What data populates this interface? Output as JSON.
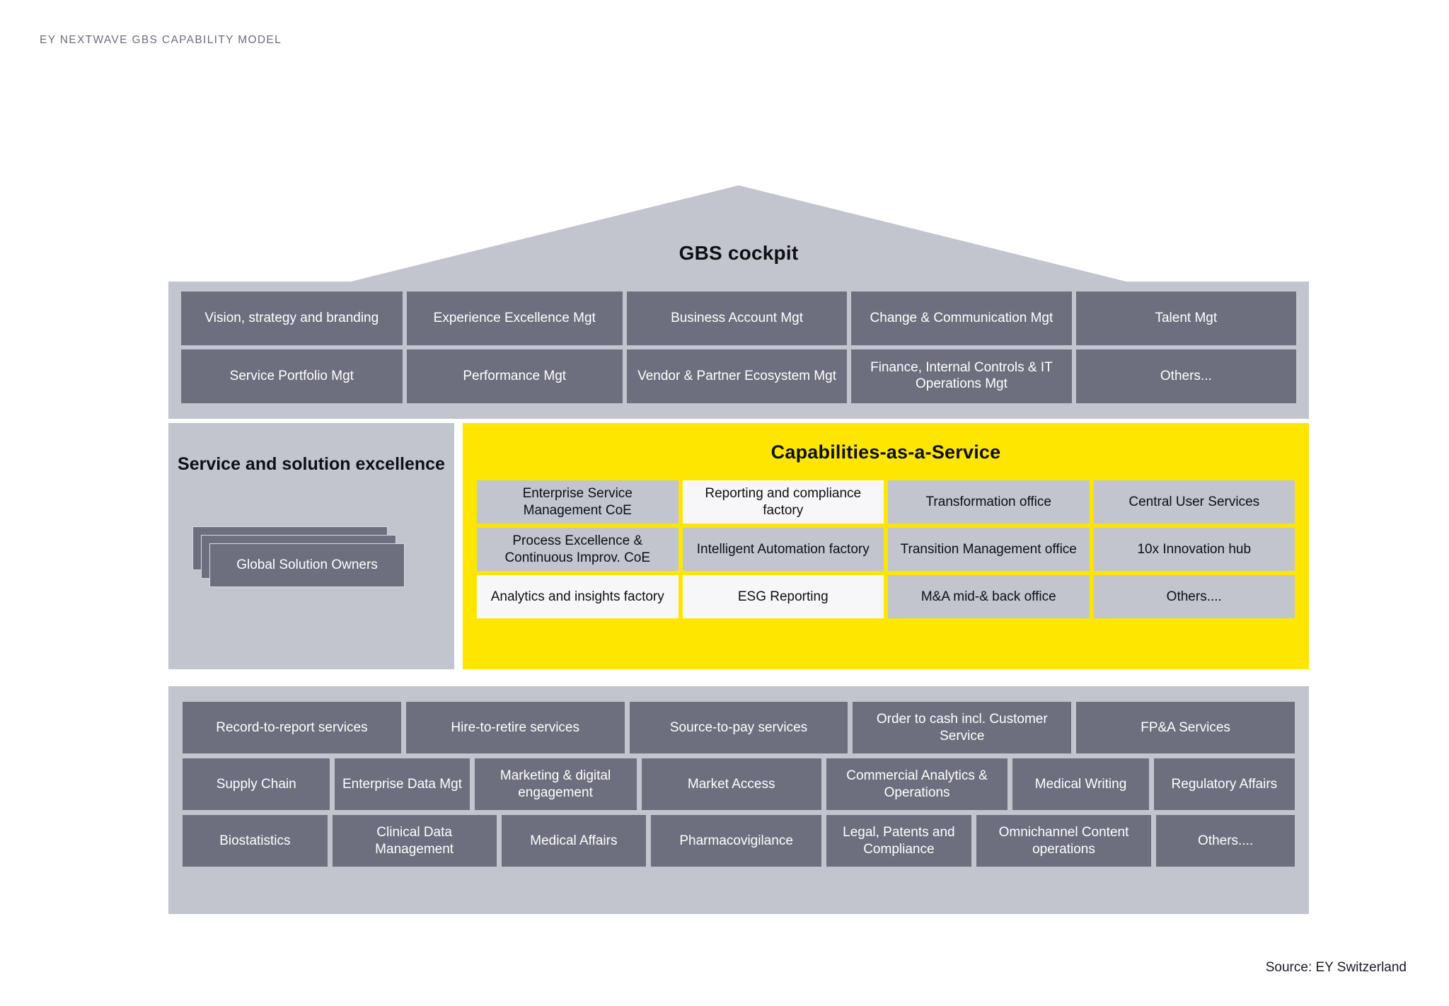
{
  "header": {
    "kicker": "EY NEXTWAVE GBS CAPABILITY MODEL"
  },
  "footer": {
    "source": "Source: EY Switzerland"
  },
  "colors": {
    "ey_yellow": "#FFE600",
    "light_gray": "#C2C4CE",
    "dark_gray": "#6E6F7E",
    "near_white": "#F7F7FA",
    "text_dark": "#0F0F14",
    "kicker_gray": "#6D6E7C"
  },
  "roof": {
    "title": "GBS cockpit"
  },
  "cockpit": {
    "rows": [
      [
        {
          "label": "Vision, strategy and branding",
          "flex": 241
        },
        {
          "label": "Experience Excellence Mgt",
          "flex": 235
        },
        {
          "label": "Business Account Mgt",
          "flex": 240
        },
        {
          "label": "Change & Communication Mgt",
          "flex": 240
        },
        {
          "label": "Talent Mgt",
          "flex": 240
        }
      ],
      [
        {
          "label": "Service Portfolio Mgt",
          "flex": 241
        },
        {
          "label": "Performance Mgt",
          "flex": 235
        },
        {
          "label": "Vendor & Partner Ecosystem Mgt",
          "flex": 240
        },
        {
          "label": "Finance, Internal Controls & IT Operations Mgt",
          "flex": 240
        },
        {
          "label": "Others...",
          "flex": 240
        }
      ]
    ]
  },
  "service_solution_excellence": {
    "title": "Service and solution excellence",
    "stack_label": "Global Solution Owners"
  },
  "capabilities_as_a_service": {
    "title": "Capabilities-as-a-Service",
    "rows": [
      [
        {
          "label": "Enterprise Service Management CoE",
          "tone": "gray"
        },
        {
          "label": "Reporting and compliance factory",
          "tone": "light"
        },
        {
          "label": "Transformation office",
          "tone": "gray"
        },
        {
          "label": "Central User Services",
          "tone": "gray"
        }
      ],
      [
        {
          "label": "Process Excellence & Continuous Improv. CoE",
          "tone": "gray"
        },
        {
          "label": "Intelligent Automation factory",
          "tone": "gray"
        },
        {
          "label": "Transition Management office",
          "tone": "gray"
        },
        {
          "label": "10x Innovation hub",
          "tone": "gray"
        }
      ],
      [
        {
          "label": "Analytics and insights factory",
          "tone": "light"
        },
        {
          "label": "ESG Reporting",
          "tone": "light"
        },
        {
          "label": "M&A mid-& back office",
          "tone": "gray"
        },
        {
          "label": "Others....",
          "tone": "gray"
        }
      ]
    ]
  },
  "services": {
    "rows": [
      [
        {
          "label": "Record-to-report services",
          "flex": 241
        },
        {
          "label": "Hire-to-retire services",
          "flex": 241
        },
        {
          "label": "Source-to-pay services",
          "flex": 241
        },
        {
          "label": "Order to cash incl. Customer Service",
          "flex": 241
        },
        {
          "label": "FP&A Services",
          "flex": 241
        }
      ],
      [
        {
          "label": "Supply Chain",
          "flex": 168
        },
        {
          "label": "Enterprise Data Mgt",
          "flex": 152
        },
        {
          "label": "Marketing & digital engagement",
          "flex": 186
        },
        {
          "label": "Market Access",
          "flex": 208
        },
        {
          "label": "Commercial Analytics & Operations",
          "flex": 210
        },
        {
          "label": "Medical Writing",
          "flex": 154
        },
        {
          "label": "Regulatory Affairs",
          "flex": 160
        }
      ],
      [
        {
          "label": "Biostatistics",
          "flex": 168
        },
        {
          "label": "Clinical Data Management",
          "flex": 192
        },
        {
          "label": "Medical Affairs",
          "flex": 168
        },
        {
          "label": "Pharmacovigilance",
          "flex": 200
        },
        {
          "label": "Legal, Patents and Compliance",
          "flex": 168
        },
        {
          "label": "Omnichannel Content operations",
          "flex": 206
        },
        {
          "label": "Others....",
          "flex": 160
        }
      ]
    ]
  }
}
